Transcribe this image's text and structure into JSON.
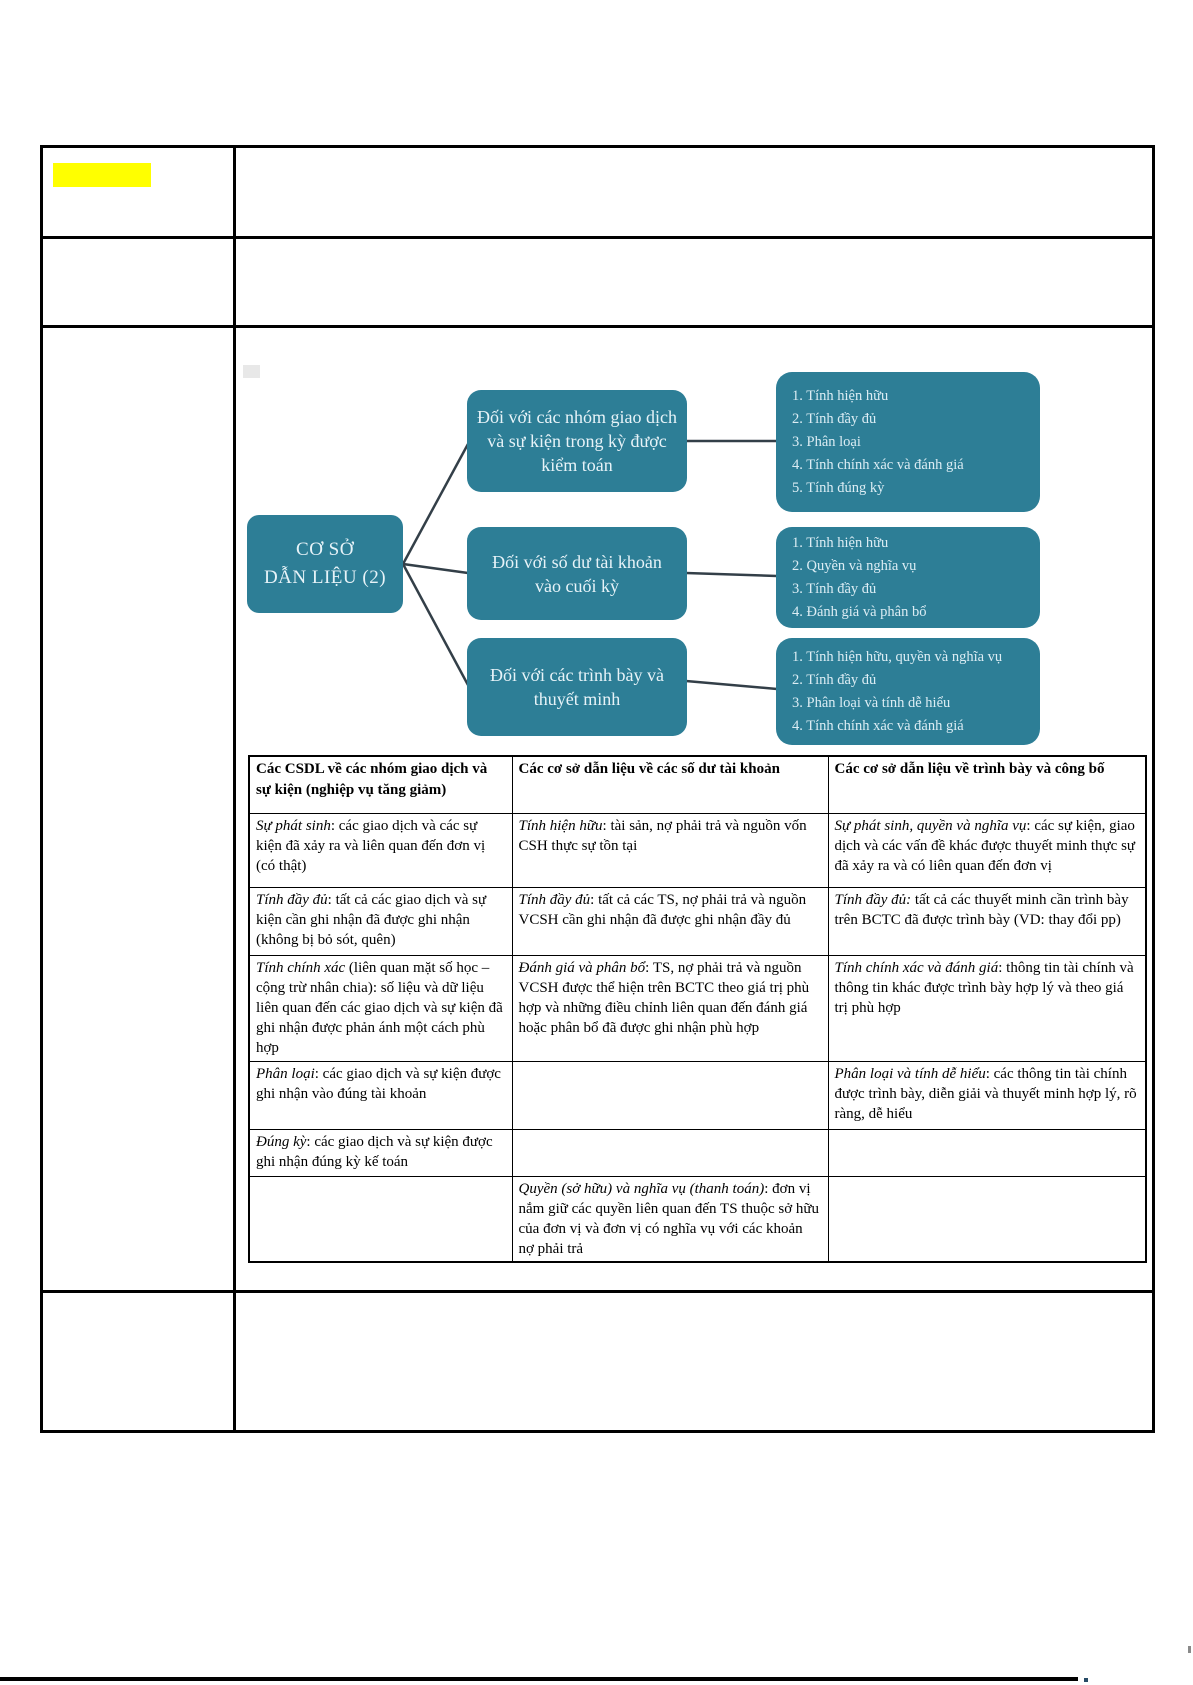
{
  "document": {
    "highlight_color": "#ffff00",
    "accent_color": "#2d7e96"
  },
  "diagram": {
    "root_label_line1": "CƠ SỞ",
    "root_label_line2": "DẪN LIỆU (2)",
    "branches": [
      {
        "label": "Đối với các nhóm giao dịch và sự kiện trong kỳ được kiểm toán",
        "items": [
          "1. Tính hiện hữu",
          "2. Tính đầy đủ",
          "3. Phân loại",
          "4. Tính chính xác và đánh giá",
          "5. Tính đúng kỳ"
        ]
      },
      {
        "label": "Đối với số dư tài khoản vào cuối kỳ",
        "items": [
          "1. Tính hiện hữu",
          "2. Quyền và nghĩa vụ",
          "3. Tính đầy đủ",
          "4. Đánh giá và phân bổ"
        ]
      },
      {
        "label": "Đối với các trình bày và thuyết minh",
        "items": [
          "1. Tính hiện hữu, quyền và nghĩa vụ",
          "2. Tính đầy đủ",
          "3. Phân loại và tính dễ hiểu",
          "4. Tính chính xác và đánh giá"
        ]
      }
    ]
  },
  "assertions_table": {
    "headers": [
      "Các CSDL về các nhóm giao dịch và sự kiện (nghiệp vụ tăng giảm)",
      "Các cơ sở dẫn liệu về các số dư tài khoản",
      "Các cơ sở dẫn liệu về trình bày và công bố"
    ],
    "rows": [
      [
        {
          "term": "Sự phát sinh",
          "text": ": các giao dịch và các sự kiện đã xảy ra và liên quan đến đơn vị (có thật)"
        },
        {
          "term": "Tính hiện hữu",
          "text": ": tài sản, nợ phải trả và nguồn vốn CSH thực sự tồn tại"
        },
        {
          "term": "Sự phát sinh, quyền và nghĩa vụ",
          "text": ": các sự kiện, giao dịch và các vấn đề khác được thuyết minh thực sự đã xảy ra và có liên quan đến đơn vị"
        }
      ],
      [
        {
          "term": "Tính đầy đủ",
          "text": ": tất cả các giao dịch và sự kiện cần ghi nhận đã được ghi nhận (không bị bỏ sót, quên)"
        },
        {
          "term": "Tính đầy đủ",
          "text": ": tất cả các TS, nợ phải trả và nguồn VCSH cần ghi nhận đã được ghi nhận đầy đủ"
        },
        {
          "term": "Tính đầy đủ:",
          "text": " tất cả các thuyết minh cần trình bày trên BCTC đã được trình bày (VD: thay đổi pp)"
        }
      ],
      [
        {
          "term": "Tính chính xác",
          "text": " (liên quan mặt số học – cộng trừ nhân chia): số liệu và dữ liệu liên quan đến các giao dịch và sự kiện đã ghi nhận được phản ánh một cách phù hợp"
        },
        {
          "term": "Đánh giá và phân bổ",
          "text": ": TS, nợ phải trả và nguồn VCSH được thể hiện trên BCTC theo giá trị phù hợp và những điều chỉnh liên quan đến đánh giá hoặc phân bổ đã được ghi nhận phù hợp"
        },
        {
          "term": "Tính chính xác và đánh giá",
          "text": ": thông tin tài chính và thông tin khác được trình bày hợp lý và theo giá trị phù hợp"
        }
      ],
      [
        {
          "term": "Phân loại",
          "text": ": các giao dịch và sự kiện được ghi nhận vào đúng tài khoản"
        },
        {
          "term": "",
          "text": ""
        },
        {
          "term": "Phân loại và tính dễ hiểu",
          "text": ": các thông tin tài chính được trình bày, diễn giải và thuyết minh hợp lý, rõ ràng, dễ hiểu"
        }
      ],
      [
        {
          "term": "Đúng kỳ",
          "text": ": các giao dịch và sự kiện được ghi nhận đúng kỳ kế toán"
        },
        {
          "term": "",
          "text": ""
        },
        {
          "term": "",
          "text": ""
        }
      ],
      [
        {
          "term": "",
          "text": ""
        },
        {
          "term": "Quyền (sở hữu) và nghĩa vụ (thanh toán)",
          "text": ": đơn vị nắm giữ các quyền liên quan đến TS thuộc sở hữu của đơn vị và đơn vị có nghĩa vụ với các khoản nợ phải trả"
        },
        {
          "term": "",
          "text": ""
        }
      ]
    ]
  }
}
